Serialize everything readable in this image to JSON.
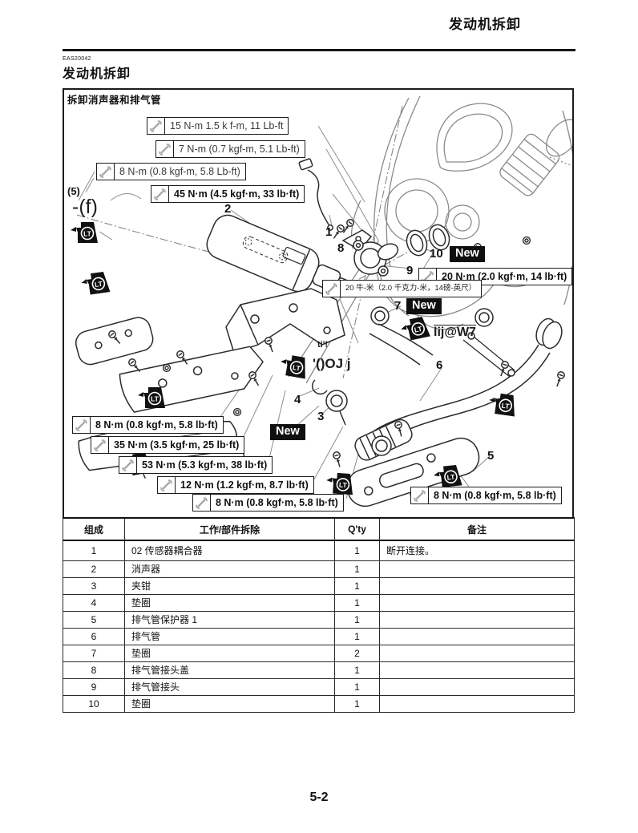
{
  "colors": {
    "ink": "#111111",
    "engine_line_gray": "#8a8a8a",
    "badge_bg": "#0f0f0f"
  },
  "page": {
    "header_title": "发动机拆卸",
    "eas_code": "EAS20042",
    "section_title": "发动机拆卸",
    "figure_title": "拆卸消声器和排气管",
    "page_number": "5-2"
  },
  "diagram": {
    "new_label": "New",
    "lt_label": "LT",
    "part_labels": [
      "(5)",
      "2",
      "1",
      "8",
      "10",
      "9",
      "7",
      "6",
      "4",
      "3",
      "5"
    ],
    "annotations": {
      "f_mark": "-(f)",
      "w7": "lij@W7",
      "oj": "'()OJ j",
      "ii": "ti'!"
    },
    "torque_callouts": [
      {
        "text": "15 N-m 1.5 k f-m, 11 Lb-ft"
      },
      {
        "text": "7 N-m (0.7 kgf-m, 5.1 Lb-ft)"
      },
      {
        "text": "8 N-m (0.8 kgf-m, 5.8 Lb-ft)"
      },
      {
        "text": "45 N·m (4.5 kgf·m, 33 lb·ft)"
      },
      {
        "text": "20 N·m (2.0 kgf·m, 14 lb·ft)"
      },
      {
        "text": "20 牛-米（2.0 千克力-米，14磅-英尺）"
      },
      {
        "text": "8 N·m (0.8 kgf·m, 5.8 lb·ft)"
      },
      {
        "text": "35 N·m (3.5 kgf·m, 25 lb·ft)"
      },
      {
        "text": "53 N·m (5.3 kgf·m, 38 lb·ft)"
      },
      {
        "text": "12 N·m (1.2 kgf·m, 8.7 lb·ft)"
      },
      {
        "text": "8 N·m (0.8 kgf·m, 5.8 lb·ft)"
      },
      {
        "text": "8 N·m (0.8 kgf·m, 5.8 lb·ft)"
      }
    ]
  },
  "table": {
    "headers": [
      "组成",
      "工作/部件拆除",
      "Q'ty",
      "备注"
    ],
    "rows": [
      {
        "no": "1",
        "part": "02 传感器耦合器",
        "qty": "1",
        "remark": "断开连接。"
      },
      {
        "no": "2",
        "part": "消声器",
        "qty": "1",
        "remark": ""
      },
      {
        "no": "3",
        "part": "夹钳",
        "qty": "1",
        "remark": ""
      },
      {
        "no": "4",
        "part": "垫圈",
        "qty": "1",
        "remark": ""
      },
      {
        "no": "5",
        "part": "排气管保护器 1",
        "qty": "1",
        "remark": ""
      },
      {
        "no": "6",
        "part": "排气管",
        "qty": "1",
        "remark": ""
      },
      {
        "no": "7",
        "part": "垫圈",
        "qty": "2",
        "remark": ""
      },
      {
        "no": "8",
        "part": "排气管接头盖",
        "qty": "1",
        "remark": ""
      },
      {
        "no": "9",
        "part": "排气管接头",
        "qty": "1",
        "remark": ""
      },
      {
        "no": "10",
        "part": "垫圈",
        "qty": "1",
        "remark": ""
      }
    ]
  }
}
